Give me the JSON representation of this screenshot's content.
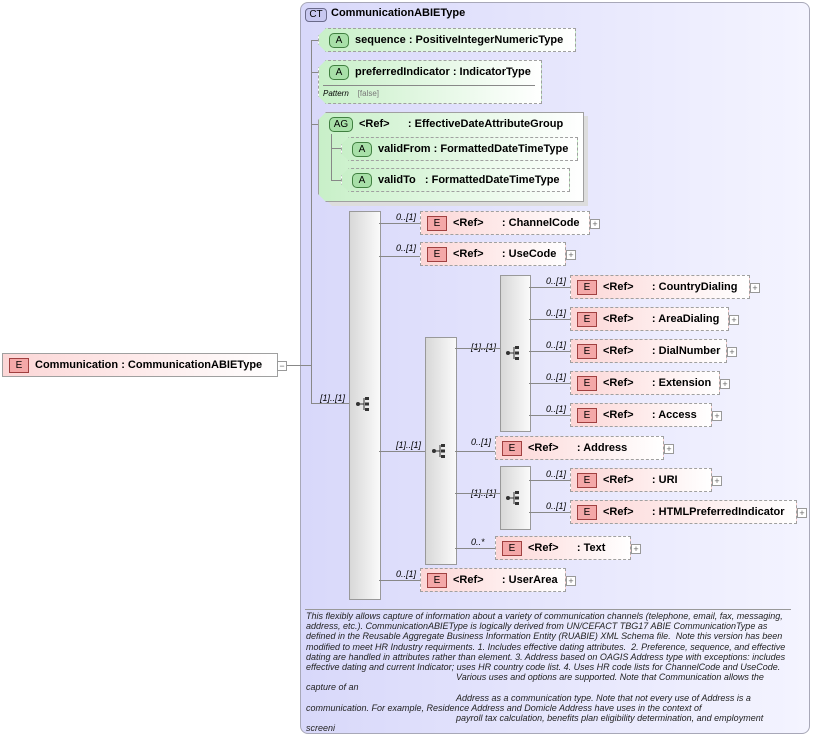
{
  "root": {
    "badge": "E",
    "name": "Communication",
    "type": ": CommunicationABIEType"
  },
  "complex_type": {
    "badge": "CT",
    "name": "CommunicationABIEType"
  },
  "attributes": [
    {
      "badge": "A",
      "name": "sequence",
      "type": ": PositiveIntegerNumericType"
    },
    {
      "badge": "A",
      "name": "preferredIndicator",
      "type": ": IndicatorType",
      "facet_label": "Pattern",
      "facet_value": "[false]"
    }
  ],
  "attribute_group": {
    "badge": "AG",
    "name": "<Ref>",
    "type": ": EffectiveDateAttributeGroup",
    "attributes": [
      {
        "badge": "A",
        "name": "validFrom",
        "type": ": FormattedDateTimeType"
      },
      {
        "badge": "A",
        "name": "validTo",
        "type": ": FormattedDateTimeType"
      }
    ]
  },
  "sequences": {
    "outer": "[1]..[1]",
    "inner": "[1]..[1]",
    "phone": "[1]..[1]",
    "uri": "[1]..[1]"
  },
  "elements": [
    {
      "badge": "E",
      "ref": "<Ref>",
      "type": ": ChannelCode",
      "card": "0..[1]"
    },
    {
      "badge": "E",
      "ref": "<Ref>",
      "type": ": UseCode",
      "card": "0..[1]"
    },
    {
      "badge": "E",
      "ref": "<Ref>",
      "type": ": CountryDialing",
      "card": "0..[1]"
    },
    {
      "badge": "E",
      "ref": "<Ref>",
      "type": ": AreaDialing",
      "card": "0..[1]"
    },
    {
      "badge": "E",
      "ref": "<Ref>",
      "type": ": DialNumber",
      "card": "0..[1]"
    },
    {
      "badge": "E",
      "ref": "<Ref>",
      "type": ": Extension",
      "card": "0..[1]"
    },
    {
      "badge": "E",
      "ref": "<Ref>",
      "type": ": Access",
      "card": "0..[1]"
    },
    {
      "badge": "E",
      "ref": "<Ref>",
      "type": ": Address",
      "card": "0..[1]"
    },
    {
      "badge": "E",
      "ref": "<Ref>",
      "type": ": URI",
      "card": "0..[1]"
    },
    {
      "badge": "E",
      "ref": "<Ref>",
      "type": ": HTMLPreferredIndicator",
      "card": "0..[1]"
    },
    {
      "badge": "E",
      "ref": "<Ref>",
      "type": ": Text",
      "card": "0..*"
    },
    {
      "badge": "E",
      "ref": "<Ref>",
      "type": ": UserArea",
      "card": "0..[1]"
    }
  ],
  "expand_symbol": "+",
  "collapse_symbol": "−",
  "description": "This flexibly allows capture of information about a variety of communication channels (telephone, email, fax, messaging, address, etc.). CommunicationABIEType is logically derived from UN/CEFACT TBG17 ABIE CommunicationType as defined in the Reusable Aggregate Business Information Entity (RUABIE) XML Schema file.  Note this version has been modified to meet HR Industry requirments. 1. Includes effective dating attributes.  2. Preference, sequence, and effective dating are handled in attributes rather than element. 3. Address based on OAGIS Address type with exceptions: includes effective dating and current Indicator; uses HR country code list. 4. Uses HR code lists for ChannelCode and UseCode.\n\t\t\t\t\t\tVarious uses and options are supported. Note that Communication allows the capture of an\n\t\t\t\t\t\tAddress as a communication type. Note that not every use of Address is a communication. For example, Residence Address and Domicle Address have uses in the context of\n\t\t\t\t\t\tpayroll tax calculation, benefits plan eligibility determination, and employment screeni"
}
